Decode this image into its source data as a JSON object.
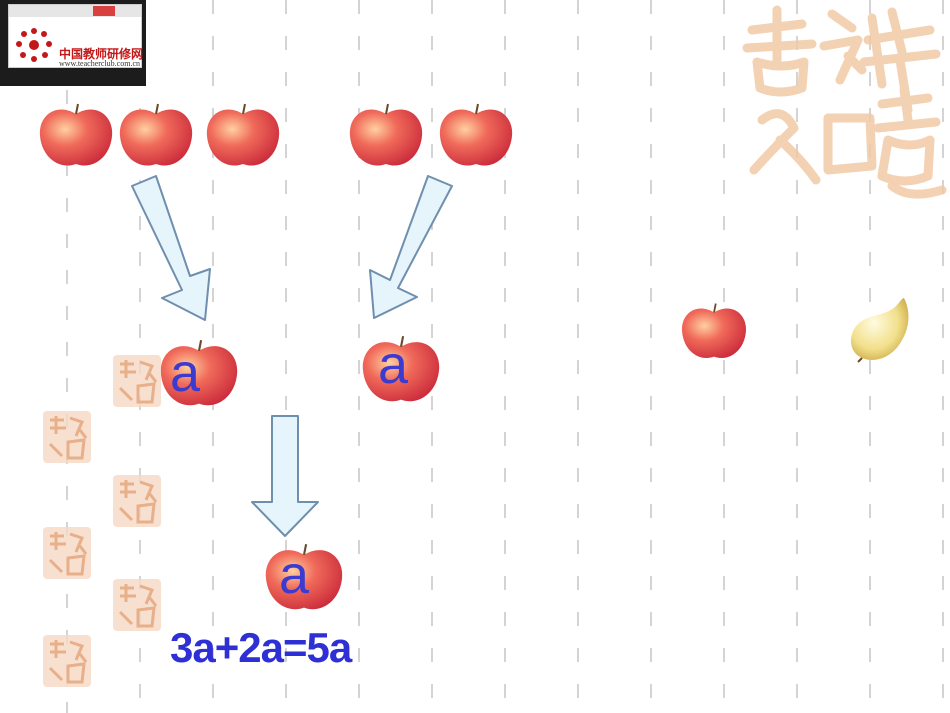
{
  "slide": {
    "apple_label": "a",
    "equation": "3a+2a=5a"
  },
  "logo": {
    "name": "中国教师研修网",
    "url": "www.teacherclub.com.cn"
  },
  "colors": {
    "apple_red": "#e84a4a",
    "letter_blue": "#3b3bd0",
    "equation_blue": "#2f2fd6",
    "arrow_fill": "#e6f4fb",
    "arrow_stroke": "#6f8fae",
    "seal_orange": "#e8b08a",
    "pear_yellow": "#f2e08c"
  },
  "icons": [
    "apple-icon",
    "pear-icon",
    "arrow-down-icon",
    "auspicious-seal-icon"
  ]
}
